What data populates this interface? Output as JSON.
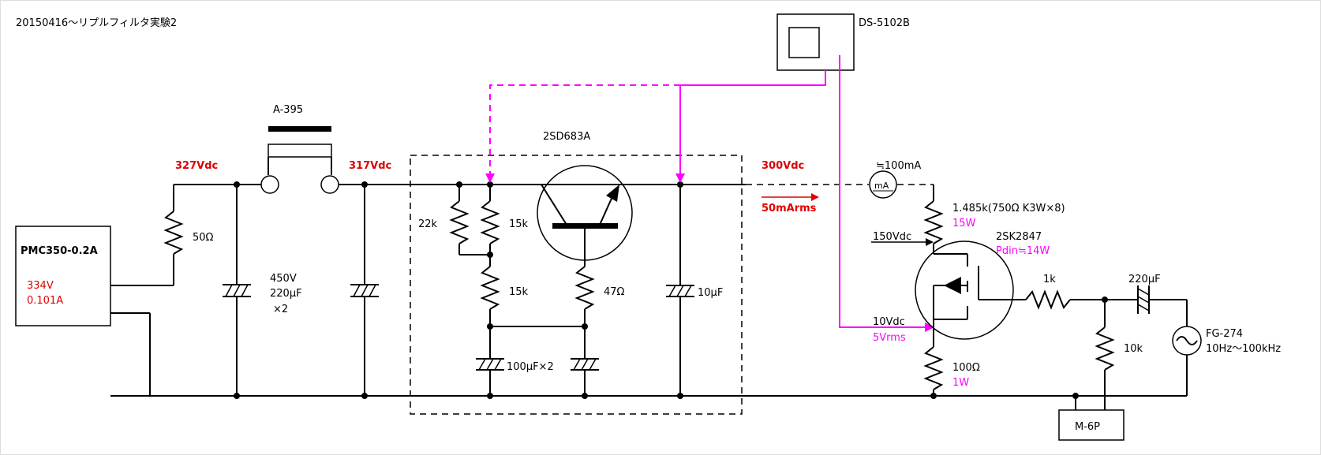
{
  "title": "20150416～リプルフィルタ実験2",
  "labels": {
    "scope": "DS-5102B",
    "meter": "A-395",
    "transistor": "2SD683A",
    "v327": "327Vdc",
    "v317": "317Vdc",
    "v300": "300Vdc",
    "i50": "50mArms",
    "ma_approx": "≒100mA",
    "ma_symbol": "mA",
    "psu_name": "PMC350-0.2A",
    "psu_v": "334V",
    "psu_a": "0.101A",
    "r50": "50Ω",
    "cap450_line1": "450V",
    "cap450_line2": "220μF",
    "cap450_line3": "×2",
    "r22k": "22k",
    "r15k_a": "15k",
    "r15k_b": "15k",
    "r47": "47Ω",
    "c100": "100μF×2",
    "c10": "10μF",
    "rload": "1.485k(750Ω K3W×8)",
    "rload_w": "15W",
    "v150": "150Vdc",
    "mosfet": "2SK2847",
    "pdin": "Pdin≒14W",
    "v10": "10Vdc",
    "v5rms": "5Vrms",
    "r100": "100Ω",
    "r100_w": "1W",
    "r1k": "1k",
    "c220": "220μF",
    "r10k": "10k",
    "fg": "FG-274",
    "fg_range": "10Hz～100kHz",
    "mv": "M-6P"
  },
  "colors": {
    "probe": "#ff00ff",
    "voltage": "#e00000"
  }
}
